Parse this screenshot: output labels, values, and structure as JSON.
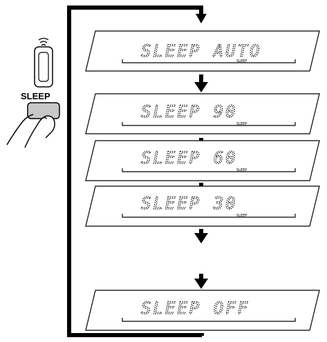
{
  "remote": {
    "button_label": "SLEEP",
    "icons": [
      "remote-control-icon",
      "finger-press-icon"
    ]
  },
  "displays": [
    {
      "text": "SLEEP AUTO",
      "indicator": "SLEEP"
    },
    {
      "text": "SLEEP 90",
      "indicator": "SLEEP"
    },
    {
      "text": "SLEEP 60",
      "indicator": "SLEEP"
    },
    {
      "text": "SLEEP 30",
      "indicator": "SLEEP"
    },
    {
      "text": "SLEEP OFF",
      "indicator": ""
    }
  ],
  "colors": {
    "line": "#000000",
    "panel_fill": "#ffffff",
    "button_fill": "#c8c8c8"
  }
}
